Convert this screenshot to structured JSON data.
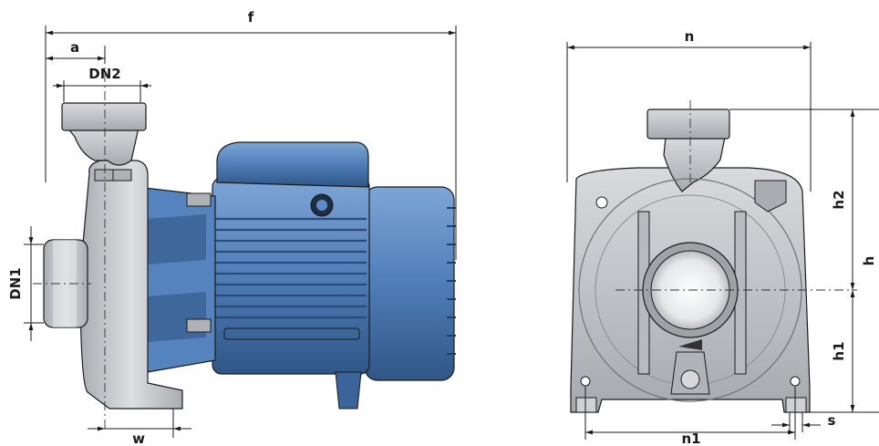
{
  "drawing": {
    "side_view": {
      "labels": {
        "f": "f",
        "a": "a",
        "dn2": "DN2",
        "dn1": "DN1",
        "w": "w"
      }
    },
    "front_view": {
      "labels": {
        "n": "n",
        "h2": "h2",
        "h": "h",
        "h1": "h1",
        "n1": "n1",
        "s": "s"
      }
    }
  },
  "colors": {
    "housing_gray": "#c7c9cc",
    "housing_gray_dark": "#9a9ea3",
    "motor_blue": "#4f7db8",
    "motor_blue_light": "#7ea6d6",
    "motor_blue_dark": "#2f5686",
    "line": "#1a1a1a"
  }
}
